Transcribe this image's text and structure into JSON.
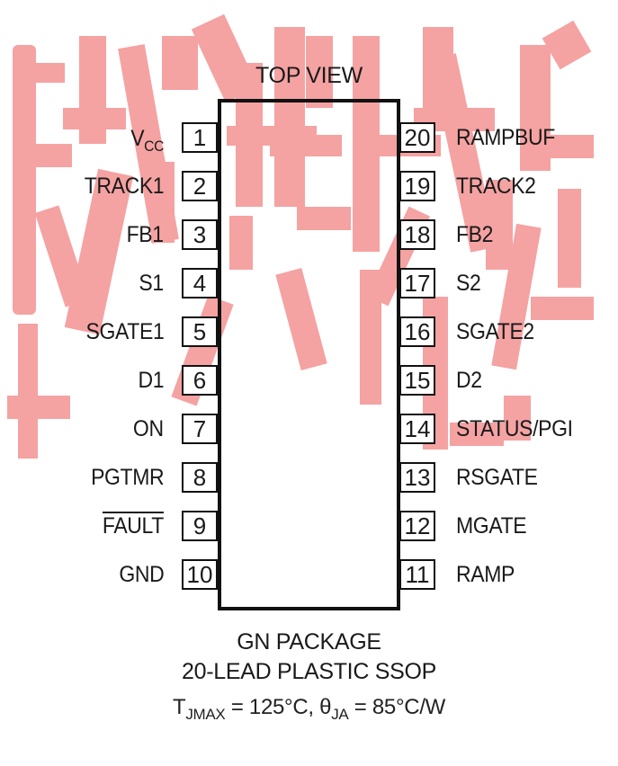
{
  "header": {
    "title": "TOP VIEW"
  },
  "left_pins": [
    {
      "number": "1",
      "label": "V",
      "label_sub": "CC",
      "active_low": false
    },
    {
      "number": "2",
      "label": "TRACK1",
      "active_low": false
    },
    {
      "number": "3",
      "label": "FB1",
      "active_low": false
    },
    {
      "number": "4",
      "label": "S1",
      "active_low": false
    },
    {
      "number": "5",
      "label": "SGATE1",
      "active_low": false
    },
    {
      "number": "6",
      "label": "D1",
      "active_low": false
    },
    {
      "number": "7",
      "label": "ON",
      "active_low": false
    },
    {
      "number": "8",
      "label": "PGTMR",
      "active_low": false
    },
    {
      "number": "9",
      "label": "FAULT",
      "active_low": true
    },
    {
      "number": "10",
      "label": "GND",
      "active_low": false
    }
  ],
  "right_pins": [
    {
      "number": "20",
      "label": "RAMPBUF"
    },
    {
      "number": "19",
      "label": "TRACK2"
    },
    {
      "number": "18",
      "label": "FB2"
    },
    {
      "number": "17",
      "label": "S2"
    },
    {
      "number": "16",
      "label": "SGATE2"
    },
    {
      "number": "15",
      "label": "D2"
    },
    {
      "number": "14",
      "label": "STATUS/PGI"
    },
    {
      "number": "13",
      "label": "RSGATE"
    },
    {
      "number": "12",
      "label": "MGATE"
    },
    {
      "number": "11",
      "label": "RAMP"
    }
  ],
  "package": {
    "line1": "GN PACKAGE",
    "line2": "20-LEAD PLASTIC SSOP"
  },
  "thermal": {
    "tj_symbol": "T",
    "tj_sub": "JMAX",
    "tj_value": " = 125°C, ",
    "theta_symbol": "θ",
    "theta_sub": "JA",
    "theta_value": " = 85°C/W"
  },
  "watermark": {
    "color": "#f06a6a"
  }
}
